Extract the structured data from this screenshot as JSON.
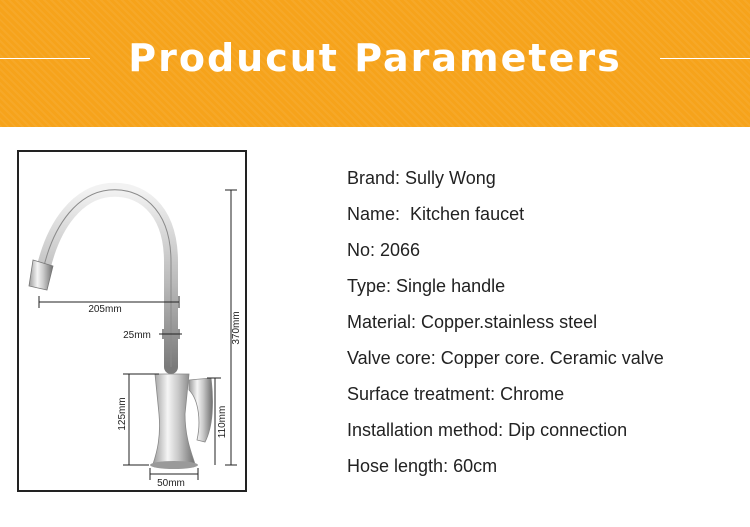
{
  "banner": {
    "title": "Producut Parameters",
    "background_color": "#f6a31b"
  },
  "product_image": {
    "dimensions": {
      "spout_reach": "205mm",
      "spout_diameter": "25mm",
      "total_height": "370mm",
      "body_height": "125mm",
      "handle_height": "110mm",
      "base_diameter": "50mm"
    }
  },
  "specs": [
    {
      "text": "Brand: Sully Wong"
    },
    {
      "text": "Name:  Kitchen faucet"
    },
    {
      "text": "No: 2066"
    },
    {
      "text": "Type: Single handle"
    },
    {
      "text": "Material: Copper.stainless steel"
    },
    {
      "text": "Valve core: Copper core. Ceramic valve"
    },
    {
      "text": "Surface treatment: Chrome"
    },
    {
      "text": "Installation method: Dip connection"
    },
    {
      "text": "Hose length: 60cm"
    }
  ]
}
